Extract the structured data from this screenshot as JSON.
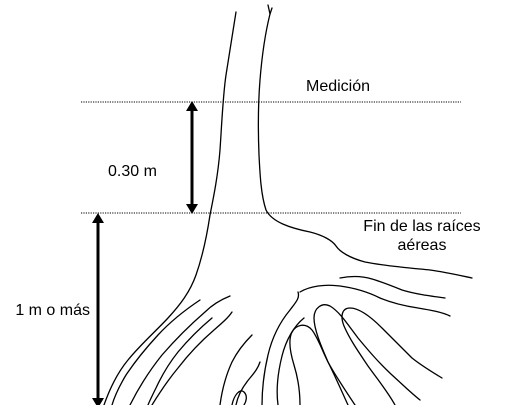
{
  "labels": {
    "measurement": "Medición",
    "spacing": "0.30 m",
    "end_line1": "Fin de las raíces",
    "end_line2": "aéreas",
    "depth": "1 m o más"
  },
  "colors": {
    "ink": "#000000",
    "background": "#ffffff"
  }
}
